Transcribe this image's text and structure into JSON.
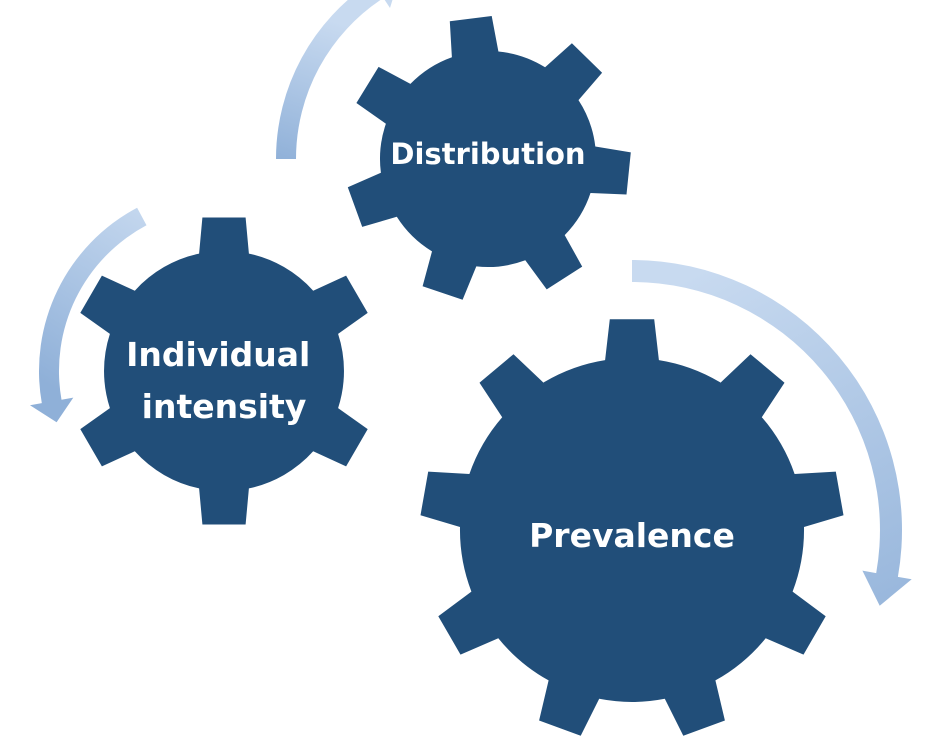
{
  "diagram": {
    "gears": [
      {
        "id": "distribution",
        "label_lines": [
          "Distribution"
        ]
      },
      {
        "id": "individual-intensity",
        "label_lines": [
          "Individual",
          "intensity"
        ]
      },
      {
        "id": "prevalence",
        "label_lines": [
          "Prevalence"
        ]
      }
    ],
    "colors": {
      "gear_fill": "#214e79",
      "label_text": "#ffffff",
      "arrow_light": "#c8daf0",
      "arrow_dark": "#8fb0d8"
    }
  }
}
